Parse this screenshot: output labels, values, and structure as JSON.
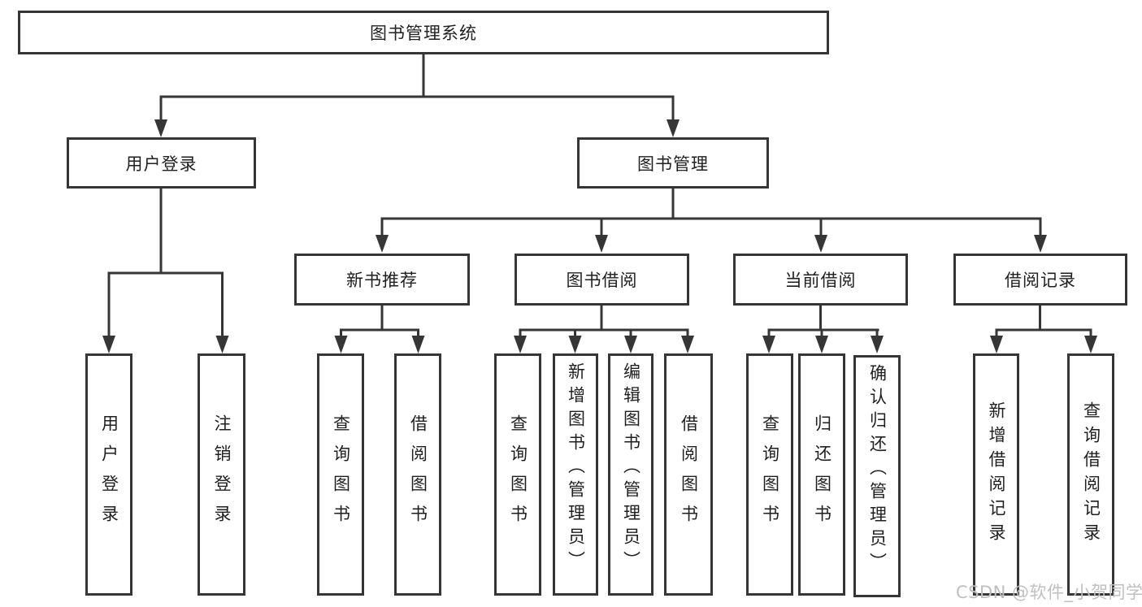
{
  "tree": {
    "label": "图书管理系统",
    "children": [
      {
        "label": "用户登录",
        "children": [
          {
            "label": "用户登录"
          },
          {
            "label": "注销登录"
          }
        ]
      },
      {
        "label": "图书管理",
        "children": [
          {
            "label": "新书推荐",
            "children": [
              {
                "label": "查询图书"
              },
              {
                "label": "借阅图书"
              }
            ]
          },
          {
            "label": "图书借阅",
            "children": [
              {
                "label": "查询图书"
              },
              {
                "label": "新增图书（管理员）"
              },
              {
                "label": "编辑图书（管理员）"
              },
              {
                "label": "借阅图书"
              }
            ]
          },
          {
            "label": "当前借阅",
            "children": [
              {
                "label": "查询图书"
              },
              {
                "label": "归还图书"
              },
              {
                "label": "确认归还（管理员）"
              }
            ]
          },
          {
            "label": "借阅记录",
            "children": [
              {
                "label": "新增借阅记录"
              },
              {
                "label": "查询借阅记录"
              }
            ]
          }
        ]
      }
    ]
  },
  "watermark": {
    "text": "CSDN @软件_小贺同学"
  },
  "colors": {
    "line": "#363636",
    "text": "#1f1f1f",
    "watermark": "#bfbfbf",
    "background": "#ffffff"
  }
}
